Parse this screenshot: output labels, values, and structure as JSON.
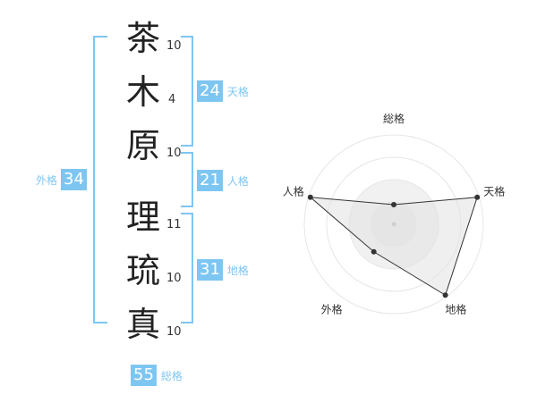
{
  "name": {
    "characters": [
      {
        "char": "茶",
        "strokes": "10"
      },
      {
        "char": "木",
        "strokes": "4"
      },
      {
        "char": "原",
        "strokes": "10"
      },
      {
        "char": "理",
        "strokes": "11"
      },
      {
        "char": "琉",
        "strokes": "10"
      },
      {
        "char": "真",
        "strokes": "10"
      }
    ]
  },
  "scores": {
    "tenkaku": {
      "value": "24",
      "label": "天格"
    },
    "jinkaku": {
      "value": "21",
      "label": "人格"
    },
    "chikaku": {
      "value": "31",
      "label": "地格"
    },
    "gaikaku": {
      "value": "34",
      "label": "外格"
    },
    "soukaku": {
      "value": "55",
      "label": "総格"
    }
  },
  "radar": {
    "axes": [
      "総格",
      "天格",
      "地格",
      "外格",
      "人格"
    ],
    "values": [
      0.22,
      0.98,
      0.98,
      0.38,
      0.98
    ],
    "rings": 4
  },
  "colors": {
    "accent": "#7ec6f2",
    "ring": "#e6e6e6",
    "fill": "#efefef",
    "line": "#333333"
  }
}
